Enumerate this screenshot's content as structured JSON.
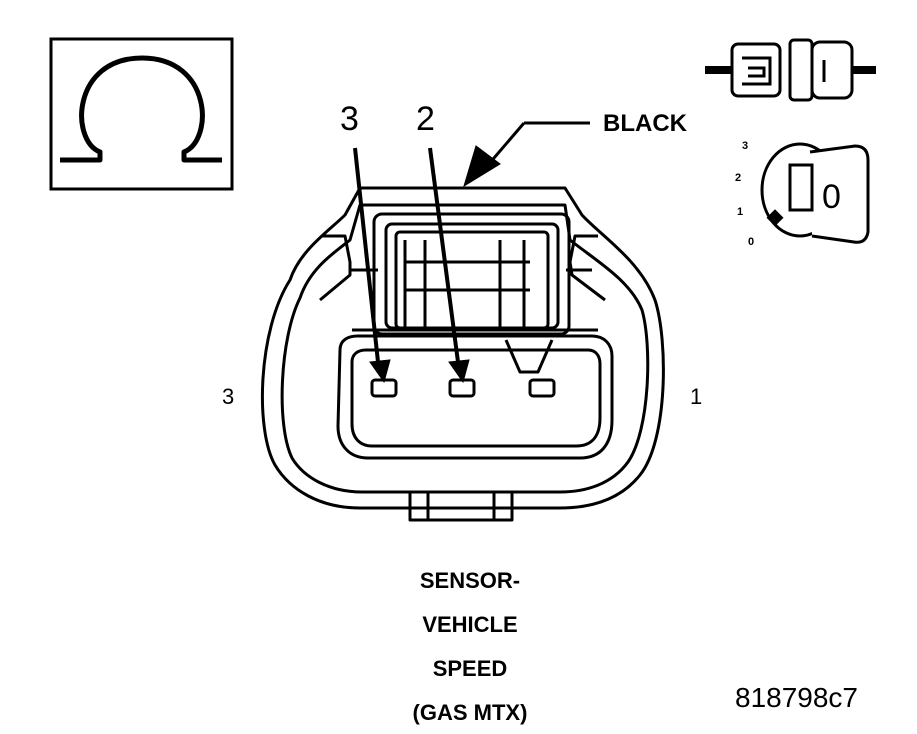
{
  "ohm_symbol": "Ω",
  "callout": {
    "color_label": "BLACK"
  },
  "pin_labels": {
    "arrow_left": "3",
    "arrow_right": "2",
    "side_left": "3",
    "side_right": "1"
  },
  "ignition_key": {
    "positions": [
      "3",
      "2",
      "1",
      "0"
    ],
    "key_marking": "0"
  },
  "caption": {
    "line1": "SENSOR-",
    "line2": "VEHICLE",
    "line3": "SPEED",
    "line4": "(GAS MTX)"
  },
  "figure_id": "818798c7",
  "icons": [
    "ohmmeter-icon",
    "connector-disconnected-icon",
    "ignition-key-icon"
  ]
}
